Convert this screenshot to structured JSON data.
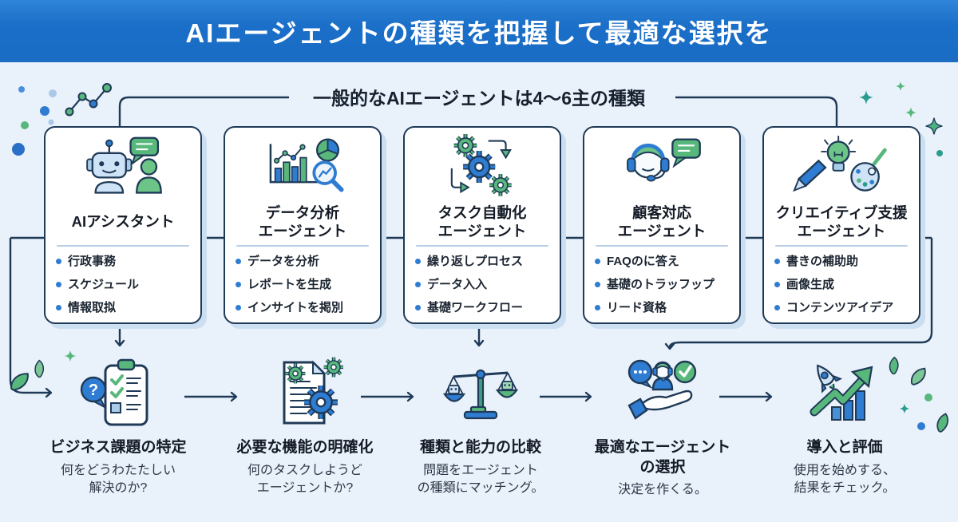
{
  "banner": {
    "title": "AIエージェントの種類を把握して最適な選択を"
  },
  "subtitle": {
    "label": "一般的なAIエージェントは4〜6主の種類"
  },
  "cards": [
    {
      "icon": "ai-assistant-icon",
      "title_lines": [
        "AIアシスタント"
      ],
      "bullets": [
        "行政事務",
        "スケジュール",
        "情報取拟"
      ]
    },
    {
      "icon": "data-analysis-icon",
      "title_lines": [
        "データ分析",
        "エージェント"
      ],
      "bullets": [
        "データを分析",
        "レポートを生成",
        "インサイトを掲別"
      ]
    },
    {
      "icon": "task-automation-icon",
      "title_lines": [
        "タスク自動化",
        "エージェント"
      ],
      "bullets": [
        "繰り返しプロセス",
        "データ入入",
        "基礎ワークフロー"
      ]
    },
    {
      "icon": "customer-support-icon",
      "title_lines": [
        "顧客対応",
        "エージェント"
      ],
      "bullets": [
        "FAQのに答え",
        "基礎のトラッフップ",
        "リード資格"
      ]
    },
    {
      "icon": "creative-support-icon",
      "title_lines": [
        "クリエイティブ支援",
        "エージェント"
      ],
      "bullets": [
        "書きの補助助",
        "画像生成",
        "コンテンツアイデア"
      ]
    }
  ],
  "steps": [
    {
      "icon": "identify-problem-icon",
      "title_lines": [
        "ビジネス課題の特定"
      ],
      "sub_lines": [
        "何をどうわたたしい",
        "解決のか?"
      ]
    },
    {
      "icon": "clarify-functions-icon",
      "title_lines": [
        "必要な機能の明確化"
      ],
      "sub_lines": [
        "何のタスクしようど",
        "エージェントか?"
      ]
    },
    {
      "icon": "compare-capabilities-icon",
      "title_lines": [
        "種類と能力の比較"
      ],
      "sub_lines": [
        "問題をエージェント",
        "の種類にマッチング。"
      ]
    },
    {
      "icon": "select-agent-icon",
      "title_lines": [
        "最適なエージェント",
        "の選択"
      ],
      "sub_lines": [
        "決定を作くる。"
      ]
    },
    {
      "icon": "deploy-evaluate-icon",
      "title_lines": [
        "導入と評価"
      ],
      "sub_lines": [
        "使用を始めする、",
        "結果をチェック。"
      ]
    }
  ],
  "icons": {
    "question_mark": "?"
  },
  "colors": {
    "banner_blue": "#1b6fc8",
    "background": "#e9f1fb",
    "outline_navy": "#1f3a57",
    "accent_blue": "#2f7cd3",
    "accent_green": "#58b87c",
    "light_blue": "#cfe3f6",
    "card_shadow": "#ccdff1",
    "divider": "#b8cfe6",
    "text_dark": "#141b26",
    "text_sub": "#2e3947"
  }
}
